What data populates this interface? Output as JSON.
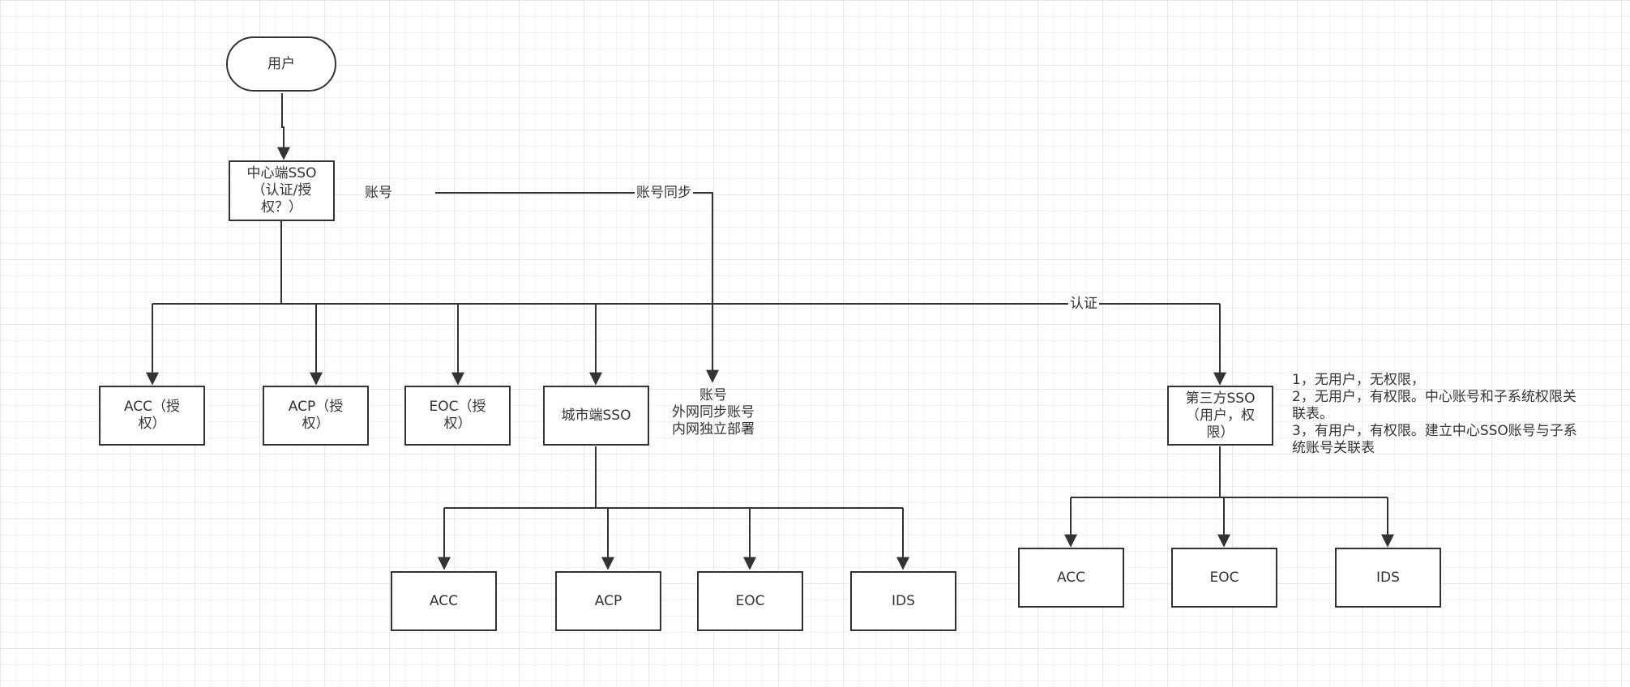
{
  "nodes": {
    "user": "用户",
    "center_sso": "中心端SSO\n（认证/授\n权？）",
    "acc_auth": "ACC（授\n权）",
    "acp_auth": "ACP（授\n权）",
    "eoc_auth": "EOC（授\n权）",
    "city_sso": "城市端SSO",
    "third_sso": "第三方SSO\n（用户，权\n限）",
    "city_acc": "ACC",
    "city_acp": "ACP",
    "city_eoc": "EOC",
    "city_ids": "IDS",
    "third_acc": "ACC",
    "third_eoc": "EOC",
    "third_ids": "IDS"
  },
  "labels": {
    "account": "账号",
    "account_sync": "账号同步",
    "auth": "认证",
    "city_note": "账号\n外网同步账号\n内网独立部署",
    "third_note": "1，无用户，无权限，\n2，无用户，有权限。中心账号和子系统权限关\n联表。\n3，有用户，有权限。建立中心SSO账号与子系\n统账号关联表"
  },
  "colors": {
    "stroke": "#333333",
    "grid_major": "#e6e6e6",
    "grid_minor": "#f2f2f2"
  }
}
